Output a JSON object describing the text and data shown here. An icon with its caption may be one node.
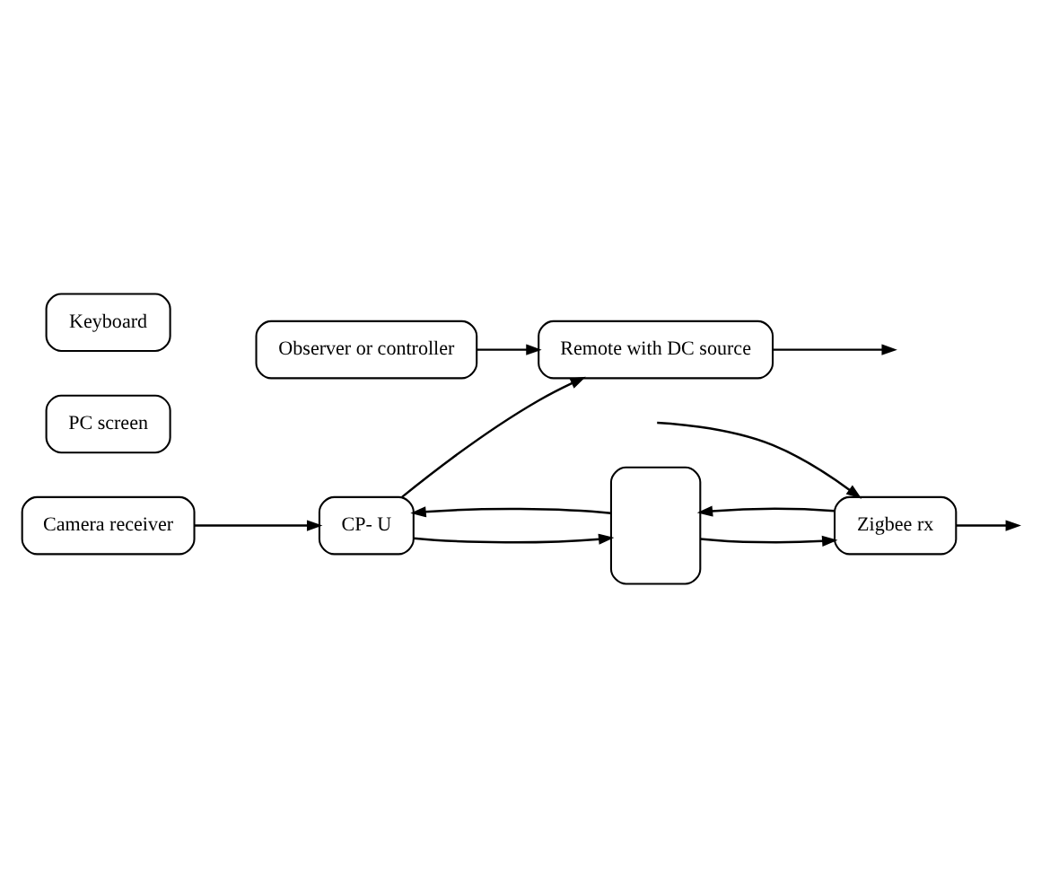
{
  "diagram": {
    "nodes": [
      {
        "text": [
          "Observer or controller"
        ]
      },
      {
        "text": [
          "Remote with DC source"
        ]
      },
      {
        "text": [
          "Zigbee rx"
        ]
      },
      {
        "text": [],
        "shape": "box"
      },
      {
        "text": [
          "CP- U"
        ]
      },
      {
        "text": [
          "PC screen"
        ]
      },
      {
        "text": [
          "Keyboard"
        ]
      },
      {
        "text": [
          "Camera receiver"
        ]
      }
    ],
    "edges": [
      {
        "from": 0,
        "to": 1,
        "arrow": "to"
      },
      {
        "from": 1,
        "to": null,
        "arrow": "to"
      },
      {
        "from": 4,
        "to": 1,
        "arrow": "to"
      },
      {
        "from": null,
        "to": 2,
        "arrow": "to"
      },
      {
        "from": 2,
        "to": null,
        "arrow": "to"
      },
      {
        "from": 2,
        "to": 3,
        "arrow": "to"
      },
      {
        "from": 3,
        "to": 2,
        "arrow": "to"
      },
      {
        "from": 3,
        "to": 4,
        "arrow": "to"
      },
      {
        "from": 4,
        "to": 3,
        "arrow": "to"
      },
      {
        "from": 7,
        "to": 4,
        "arrow": "to"
      }
    ]
  }
}
